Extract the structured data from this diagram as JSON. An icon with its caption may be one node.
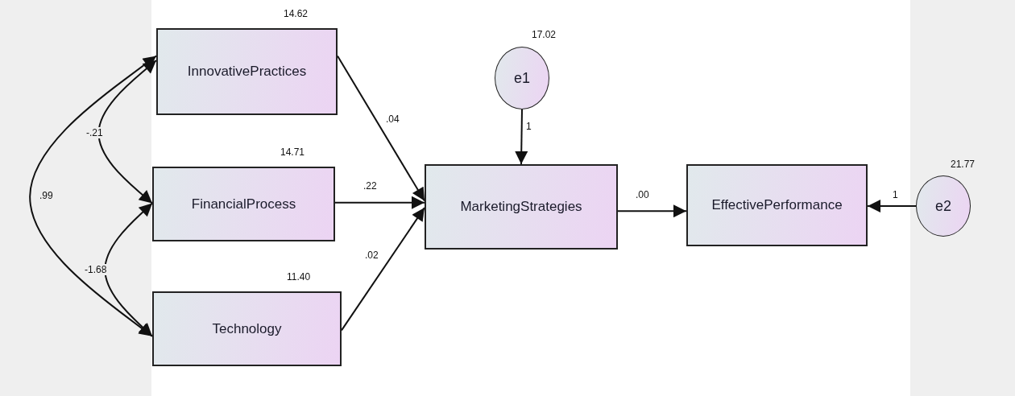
{
  "diagram": {
    "nodes": [
      {
        "text": [
          "InnovativePractices"
        ],
        "beside": [
          "14.62"
        ]
      },
      {
        "text": [
          "FinancialProcess"
        ],
        "beside": [
          "14.71"
        ]
      },
      {
        "text": [
          "Technology"
        ],
        "beside": [
          "11.40"
        ]
      },
      {
        "text": [
          "e1"
        ],
        "beside": [
          "17.02"
        ]
      },
      {
        "text": [
          "MarketingStrategies"
        ]
      },
      {
        "text": [
          "EffectivePerformance"
        ]
      },
      {
        "text": [
          "e2"
        ],
        "beside": [
          "21.77"
        ]
      }
    ],
    "edges": [
      {
        "from": 0,
        "to": 4,
        "arrow": "to",
        "label": ".04"
      },
      {
        "from": 1,
        "to": 4,
        "arrow": "to",
        "label": ".22"
      },
      {
        "from": 2,
        "to": 4,
        "arrow": "to",
        "label": ".02"
      },
      {
        "from": 3,
        "to": 4,
        "arrow": "to",
        "label": "1"
      },
      {
        "from": 4,
        "to": 5,
        "arrow": "to",
        "label": ".00"
      },
      {
        "from": 6,
        "to": 5,
        "arrow": "to",
        "label": "1"
      },
      {
        "from": 0,
        "to": 1,
        "arrow": "both",
        "label": "-.21"
      },
      {
        "from": 0,
        "to": 2,
        "arrow": "both",
        "label": ".99"
      },
      {
        "from": 1,
        "to": 2,
        "arrow": "both",
        "label": "-1.68"
      }
    ]
  }
}
